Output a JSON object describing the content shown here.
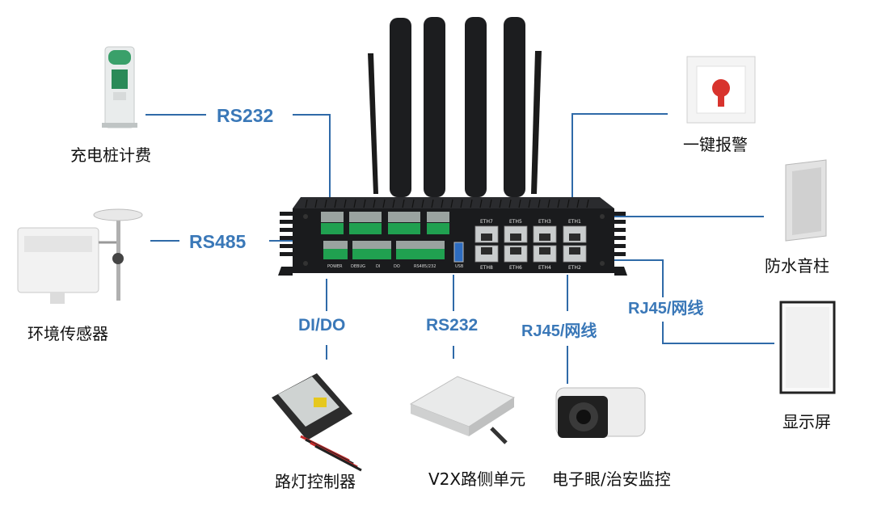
{
  "interfaces": {
    "rs232_top": "RS232",
    "rs485": "RS485",
    "dido": "DI/DO",
    "rs232_bottom": "RS232",
    "rj45_bottom": "RJ45/网线",
    "rj45_right": "RJ45/网线"
  },
  "devices": {
    "charging_pile": "充电桩计费",
    "env_sensor": "环境传感器",
    "street_light": "路灯控制器",
    "v2x_unit": "V2X路侧单元",
    "camera": "电子眼/治安监控",
    "alarm": "一键报警",
    "speaker": "防水音柱",
    "display": "显示屏"
  },
  "gateway": {
    "eth_top": [
      "ETH7",
      "ETH5",
      "ETH3",
      "ETH1"
    ],
    "eth_bottom": [
      "ETH8",
      "ETH6",
      "ETH4",
      "ETH2"
    ],
    "ports": [
      "POWER",
      "DEBUG",
      "DI",
      "DO",
      "RS485/232",
      "USB"
    ]
  },
  "colors": {
    "label_blue": "#3a78b8",
    "line_blue": "#2f6aa8",
    "device_body": "#1a1b1d"
  }
}
